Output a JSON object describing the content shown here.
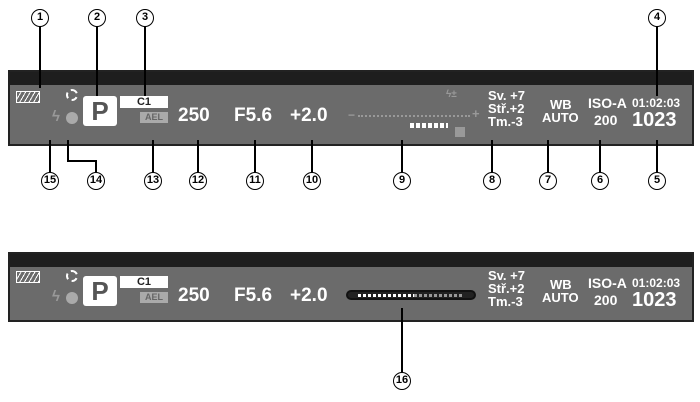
{
  "panel1": {
    "mode": "P",
    "custom": "C1",
    "ael": "AEL",
    "shutter": "250",
    "aperture": "F5.6",
    "exposure_comp": "+2.0",
    "flash_comp_icon": "flash-exposure-comp-icon",
    "exp_icon": "exposure-comp-icon",
    "sv": "Sv. +7",
    "str": "Stř.+2",
    "tm": "Tm.-3",
    "wb_label": "WB",
    "wb_value": "AUTO",
    "iso_label": "ISO-A",
    "iso_value": "200",
    "time": "01:02:03",
    "shots": "1023",
    "level_minus": "−",
    "level_plus": "+"
  },
  "panel2": {
    "mode": "P",
    "custom": "C1",
    "ael": "AEL",
    "shutter": "250",
    "aperture": "F5.6",
    "exposure_comp": "+2.0",
    "sv": "Sv. +7",
    "str": "Stř.+2",
    "tm": "Tm.-3",
    "wb_label": "WB",
    "wb_value": "AUTO",
    "iso_label": "ISO-A",
    "iso_value": "200",
    "time": "01:02:03",
    "shots": "1023"
  },
  "callouts": [
    "1",
    "2",
    "3",
    "4",
    "5",
    "6",
    "7",
    "8",
    "9",
    "10",
    "11",
    "12",
    "13",
    "14",
    "15",
    "16"
  ]
}
